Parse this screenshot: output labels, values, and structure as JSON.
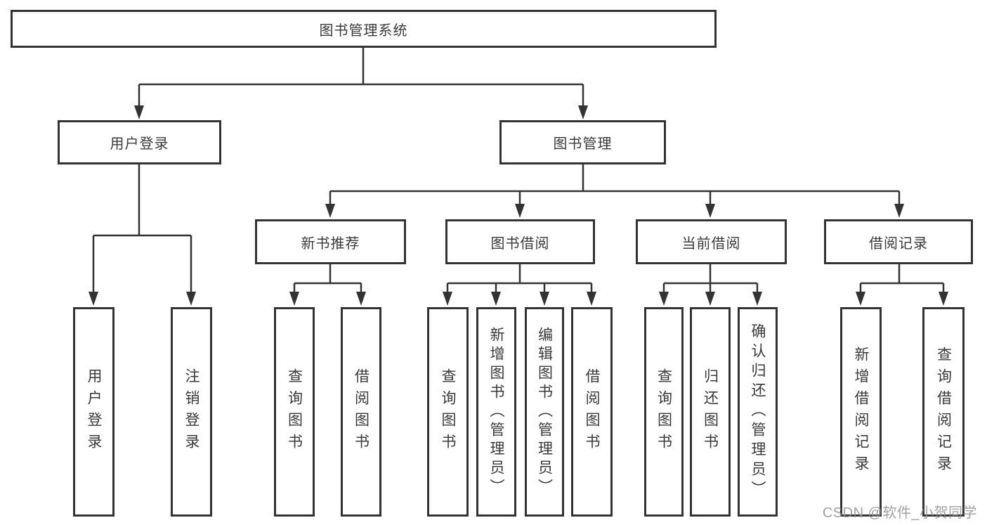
{
  "colors": {
    "background": "#ffffff",
    "line": "#333333",
    "text": "#3a3a3a",
    "watermark": "#919191"
  },
  "tree": {
    "root": {
      "label": "图书管理系统"
    },
    "branches": [
      {
        "label": "用户登录",
        "children": [
          {
            "label": "用户登录"
          },
          {
            "label": "注销登录"
          }
        ]
      },
      {
        "label": "图书管理",
        "sections": [
          {
            "label": "新书推荐",
            "children": [
              {
                "label": "查询图书"
              },
              {
                "label": "借阅图书"
              }
            ]
          },
          {
            "label": "图书借阅",
            "children": [
              {
                "label": "查询图书"
              },
              {
                "label": "新增图书（管理员）"
              },
              {
                "label": "编辑图书（管理员）"
              },
              {
                "label": "借阅图书"
              }
            ]
          },
          {
            "label": "当前借阅",
            "children": [
              {
                "label": "查询图书"
              },
              {
                "label": "归还图书"
              },
              {
                "label": "确认归还（管理员）"
              }
            ]
          },
          {
            "label": "借阅记录",
            "children": [
              {
                "label": "新增借阅记录"
              },
              {
                "label": "查询借阅记录"
              }
            ]
          }
        ]
      }
    ]
  },
  "watermark": {
    "text": "CSDN @软件_小贺同学"
  }
}
